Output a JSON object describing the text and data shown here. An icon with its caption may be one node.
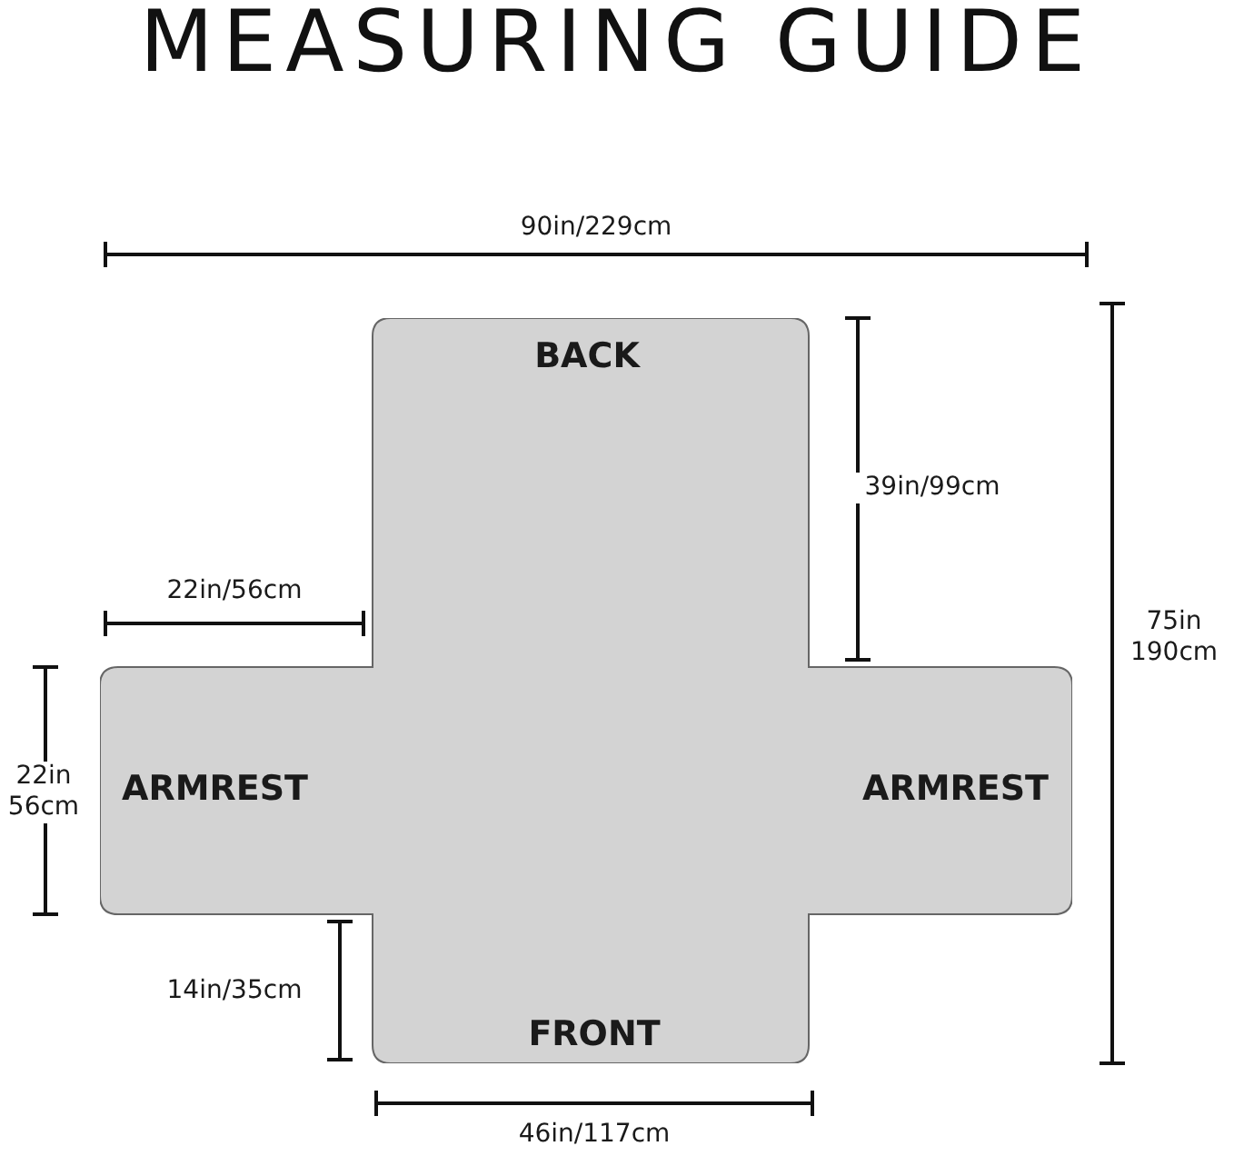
{
  "diagram": {
    "title": "MEASURING GUIDE",
    "nodes": [
      {
        "text": [
          "BACK",
          "ARMREST",
          "ARMREST",
          "FRONT"
        ]
      }
    ],
    "edges": [],
    "labels": [
      "90in/229cm",
      "39in/99cm",
      "22in/56cm",
      "75in 190cm",
      "22in 56cm",
      "14in/35cm",
      "46in/117cm"
    ]
  }
}
